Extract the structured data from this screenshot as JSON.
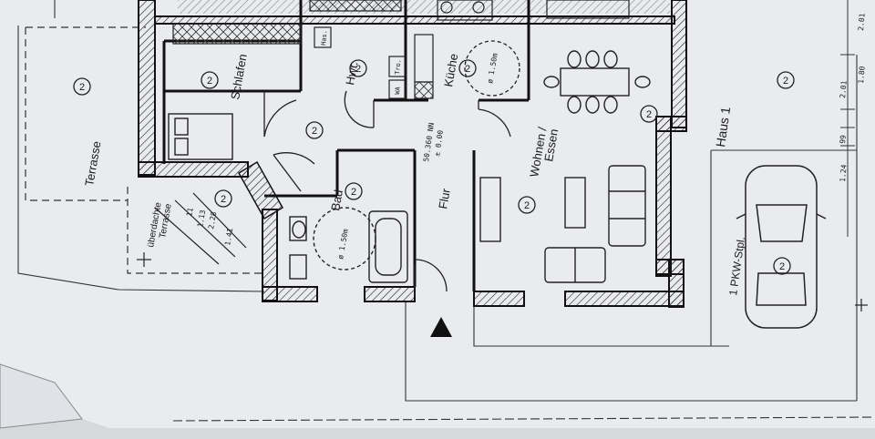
{
  "rooms": {
    "schlafen": "Schlafen",
    "hwr": "Hwr.",
    "kueche": "Küche",
    "wohnen": "Wohnen /",
    "essen": "Essen",
    "bad": "Bad",
    "flur": "Flur",
    "terrasse": "Terrasse",
    "ueberdachte_1": "überdachte",
    "ueberdachte_2": "Terrasse",
    "haus": "Haus 1",
    "pkw": "1 PKW-Stpl."
  },
  "fixtures": {
    "has": "Has.",
    "wa": "WA",
    "tro": "Tro."
  },
  "circle_marker": "2",
  "turning_circle": "ø 1.50m",
  "level_1": "50.360 NN",
  "level_2": "± 0.00",
  "stair_1": "11",
  "stair_2": "1.13",
  "stair_3": "2.28",
  "stair_4": "1.41",
  "dims": [
    "2.01",
    "1.80",
    "2.01",
    "99",
    "1.24"
  ]
}
